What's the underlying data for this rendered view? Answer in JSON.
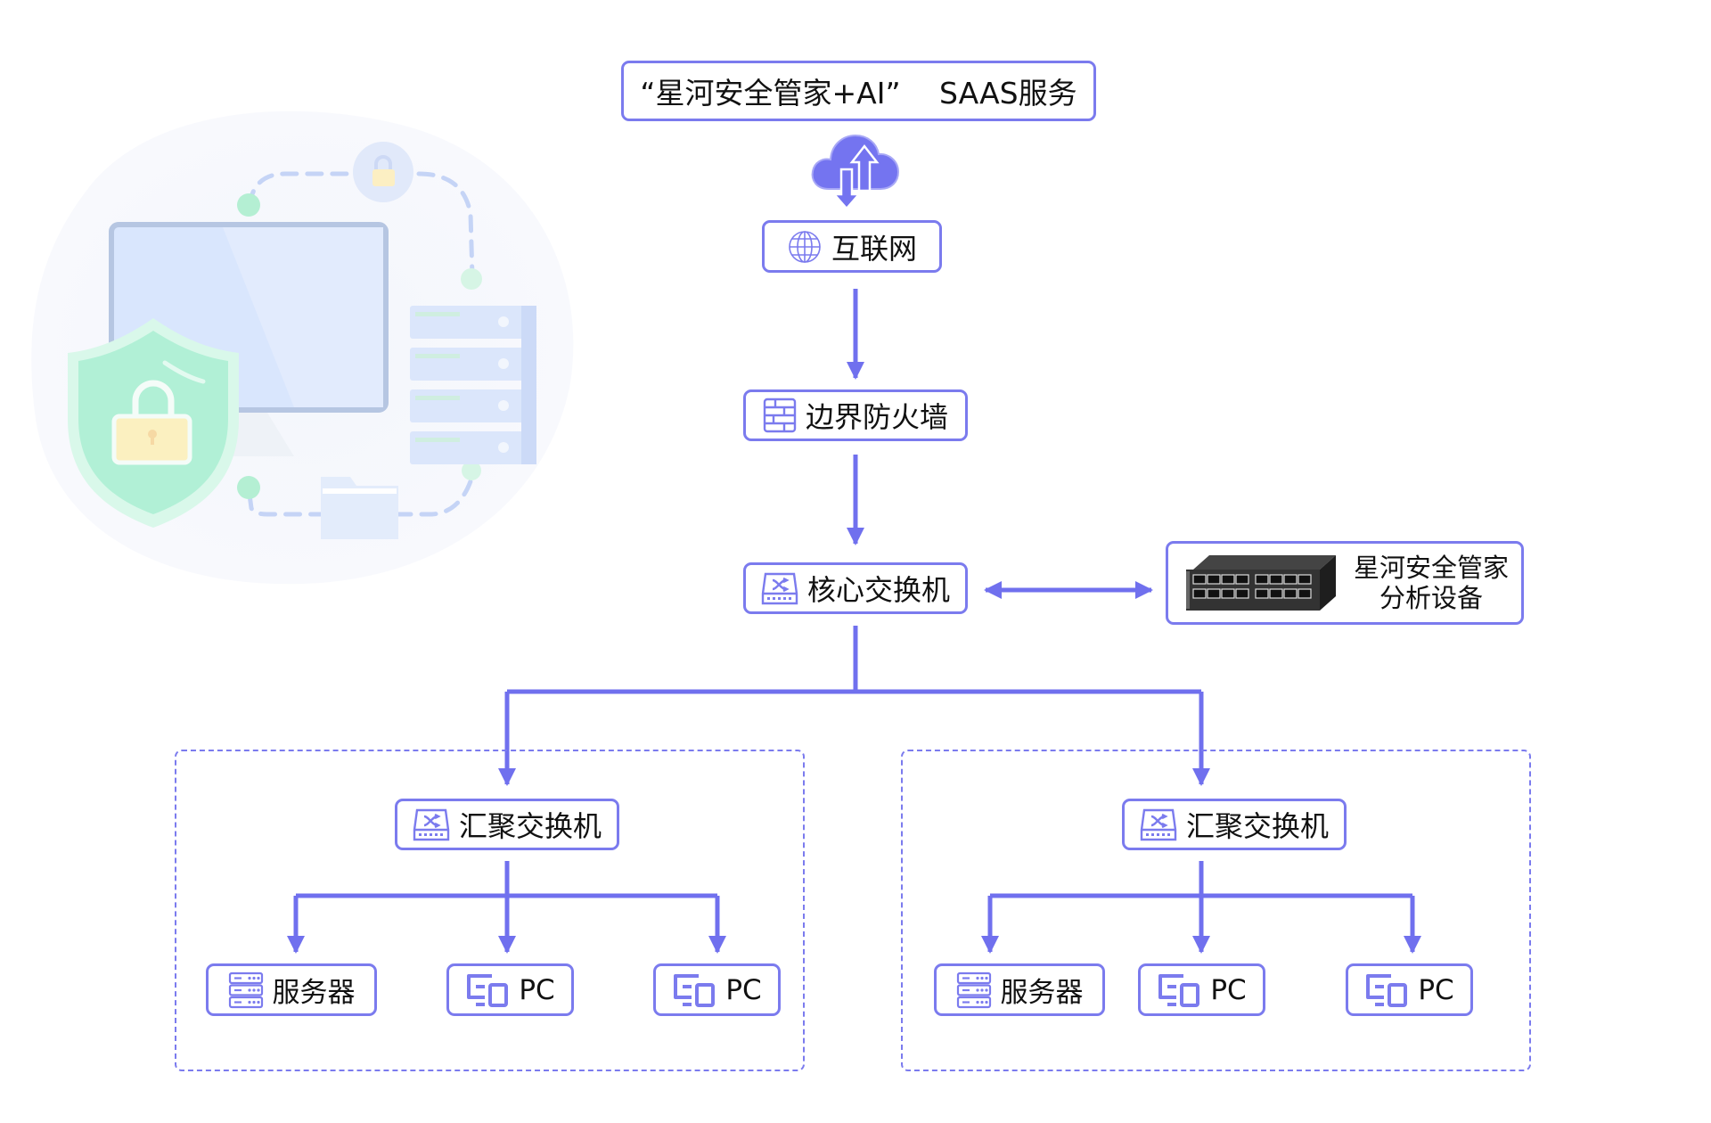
{
  "diagram": {
    "top_service": {
      "label": "“星河安全管家+AI”　 SAAS服务",
      "icon": "cloud-sync-icon"
    },
    "internet": {
      "label": "互联网",
      "icon": "globe-icon"
    },
    "firewall": {
      "label": "边界防火墙",
      "icon": "firewall-icon"
    },
    "core_switch": {
      "label": "核心交换机",
      "icon": "switch-icon"
    },
    "analysis_device": {
      "label_line1": "星河安全管家",
      "label_line2": "分析设备",
      "icon": "rack-appliance-icon"
    },
    "groups": [
      {
        "switch": {
          "label": "汇聚交换机",
          "icon": "switch-icon"
        },
        "leaves": [
          {
            "label": "服务器",
            "icon": "server-icon"
          },
          {
            "label": "PC",
            "icon": "pc-icon"
          },
          {
            "label": "PC",
            "icon": "pc-icon"
          }
        ]
      },
      {
        "switch": {
          "label": "汇聚交换机",
          "icon": "switch-icon"
        },
        "leaves": [
          {
            "label": "服务器",
            "icon": "server-icon"
          },
          {
            "label": "PC",
            "icon": "pc-icon"
          },
          {
            "label": "PC",
            "icon": "pc-icon"
          }
        ]
      }
    ],
    "illustration": "security-illustration",
    "colors": {
      "accent": "#7b7bee",
      "line": "#7070ee",
      "text": "#111111"
    }
  }
}
